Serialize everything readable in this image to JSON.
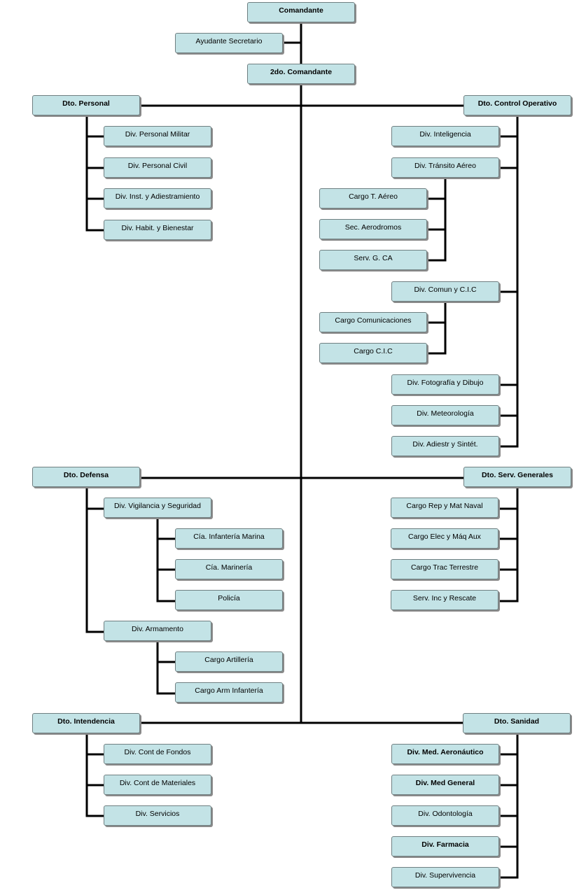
{
  "nodes": [
    {
      "id": "comandante",
      "label": "Comandante",
      "bold": true
    },
    {
      "id": "ayudante",
      "label": "Ayudante Secretario",
      "bold": false
    },
    {
      "id": "segundo",
      "label": "2do. Comandante",
      "bold": true
    },
    {
      "id": "personal",
      "label": "Dto. Personal",
      "bold": true
    },
    {
      "id": "p1",
      "label": "Div. Personal Militar",
      "bold": false
    },
    {
      "id": "p2",
      "label": "Div. Personal Civil",
      "bold": false
    },
    {
      "id": "p3",
      "label": "Div. Inst. y Adiestramiento",
      "bold": false
    },
    {
      "id": "p4",
      "label": "Div. Habit. y Bienestar",
      "bold": false
    },
    {
      "id": "control",
      "label": "Dto. Control Operativo",
      "bold": true
    },
    {
      "id": "c1",
      "label": "Div. Inteligencia",
      "bold": false
    },
    {
      "id": "c2",
      "label": "Div. Tránsito Aéreo",
      "bold": false
    },
    {
      "id": "c2a",
      "label": "Cargo T. Aéreo",
      "bold": false
    },
    {
      "id": "c2b",
      "label": "Sec. Aerodromos",
      "bold": false
    },
    {
      "id": "c2c",
      "label": "Serv. G. CA",
      "bold": false
    },
    {
      "id": "c3",
      "label": "Div. Comun  y  C.I.C",
      "bold": false
    },
    {
      "id": "c3a",
      "label": "Cargo Comunicaciones",
      "bold": false
    },
    {
      "id": "c3b",
      "label": "Cargo C.I.C",
      "bold": false
    },
    {
      "id": "c4",
      "label": "Div. Fotografía y Dibujo",
      "bold": false
    },
    {
      "id": "c5",
      "label": "Div. Meteorología",
      "bold": false
    },
    {
      "id": "c6",
      "label": "Div. Adiestr y Sintét.",
      "bold": false
    },
    {
      "id": "defensa",
      "label": "Dto. Defensa",
      "bold": true
    },
    {
      "id": "d1",
      "label": "Div. Vigilancia y Seguridad",
      "bold": false
    },
    {
      "id": "d1a",
      "label": "Cía. Infantería Marina",
      "bold": false
    },
    {
      "id": "d1b",
      "label": "Cía. Marinería",
      "bold": false
    },
    {
      "id": "d1c",
      "label": "Policía",
      "bold": false
    },
    {
      "id": "d2",
      "label": "Div. Armamento",
      "bold": false
    },
    {
      "id": "d2a",
      "label": "Cargo Artillería",
      "bold": false
    },
    {
      "id": "d2b",
      "label": "Cargo Arm Infantería",
      "bold": false
    },
    {
      "id": "servicios",
      "label": "Dto. Serv. Generales",
      "bold": true
    },
    {
      "id": "s1",
      "label": "Cargo Rep y Mat Naval",
      "bold": false
    },
    {
      "id": "s2",
      "label": "Cargo Elec y Máq Aux",
      "bold": false
    },
    {
      "id": "s3",
      "label": "Cargo Trac Terrestre",
      "bold": false
    },
    {
      "id": "s4",
      "label": "Serv. Inc y Rescate",
      "bold": false
    },
    {
      "id": "intendencia",
      "label": "Dto. Intendencia",
      "bold": true
    },
    {
      "id": "i1",
      "label": "Div. Cont de Fondos",
      "bold": false
    },
    {
      "id": "i2",
      "label": "Div. Cont de Materiales",
      "bold": false
    },
    {
      "id": "i3",
      "label": "Div. Servicios",
      "bold": false
    },
    {
      "id": "sanidad",
      "label": "Dto. Sanidad",
      "bold": true
    },
    {
      "id": "n1",
      "label": "Div. Med. Aeronáutico",
      "bold": true
    },
    {
      "id": "n2",
      "label": "Div. Med General",
      "bold": true
    },
    {
      "id": "n3",
      "label": "Div. Odontología",
      "bold": false
    },
    {
      "id": "n4",
      "label": "Div. Farmacia",
      "bold": true
    },
    {
      "id": "n5",
      "label": "Div. Supervivencia",
      "bold": false
    }
  ],
  "colors": {
    "box_fill": "#c3e3e6",
    "box_border": "#6f7f81",
    "connector": "#000000"
  }
}
